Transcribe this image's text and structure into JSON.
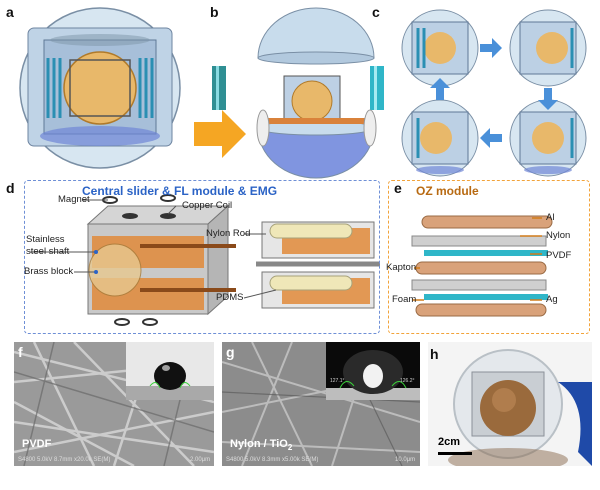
{
  "panels": {
    "a": "a",
    "b": "b",
    "c": "c",
    "d": "d",
    "e": "e",
    "f": "f",
    "g": "g",
    "h": "h"
  },
  "panel_d": {
    "title": "Central slider & FL module & EMG",
    "labels": {
      "magnet": "Magnet",
      "copper_coil": "Copper Coil",
      "stainless_1": "Stainless",
      "stainless_2": "steel shaft",
      "brass": "Brass block",
      "nylon_rod": "Nylon Rod",
      "pdms": "PDMS"
    },
    "title_color": "#2b63c6"
  },
  "panel_e": {
    "title": "OZ module",
    "labels": {
      "al": "Al",
      "nylon": "Nylon",
      "pvdf": "PVDF",
      "ag": "Ag",
      "kapton": "Kapton",
      "foam": "Foam"
    },
    "title_color": "#b86a12"
  },
  "panel_f": {
    "label": "PVDF",
    "footer_left": "S4800 5.0kV 8.7mm x20.0k SE(M)",
    "footer_right": "2.00μm"
  },
  "panel_g": {
    "label_main": "Nylon / TiO",
    "label_sub": "2",
    "footer_left": "S4800 5.0kV 8.3mm x5.00k SE(M)",
    "footer_right": "10.0μm",
    "angle_left": "127.1°",
    "angle_right": "126.2°"
  },
  "panel_h": {
    "scale_label": "2cm"
  },
  "colors": {
    "arrow_orange": "#f5a623",
    "arrow_blue": "#4a90d9",
    "shell": "#cfe0ee",
    "copper": "#d9823b",
    "coil_cyan": "#2fb6c8"
  }
}
